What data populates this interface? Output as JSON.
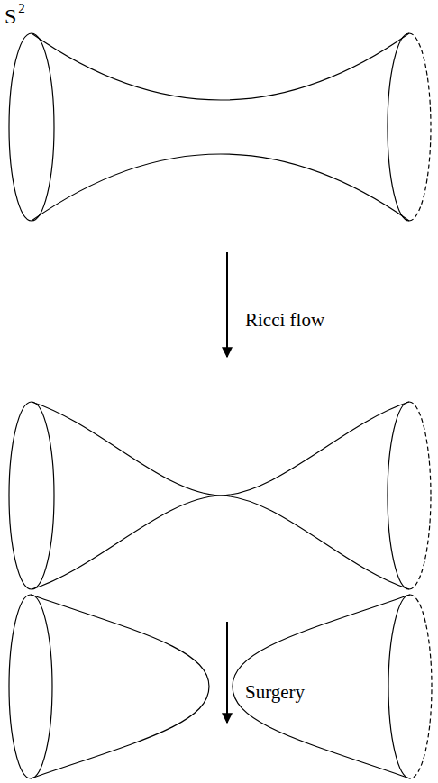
{
  "diagram": {
    "labels": [
      "S",
      "2",
      "Ricci flow",
      "Surgery"
    ]
  }
}
